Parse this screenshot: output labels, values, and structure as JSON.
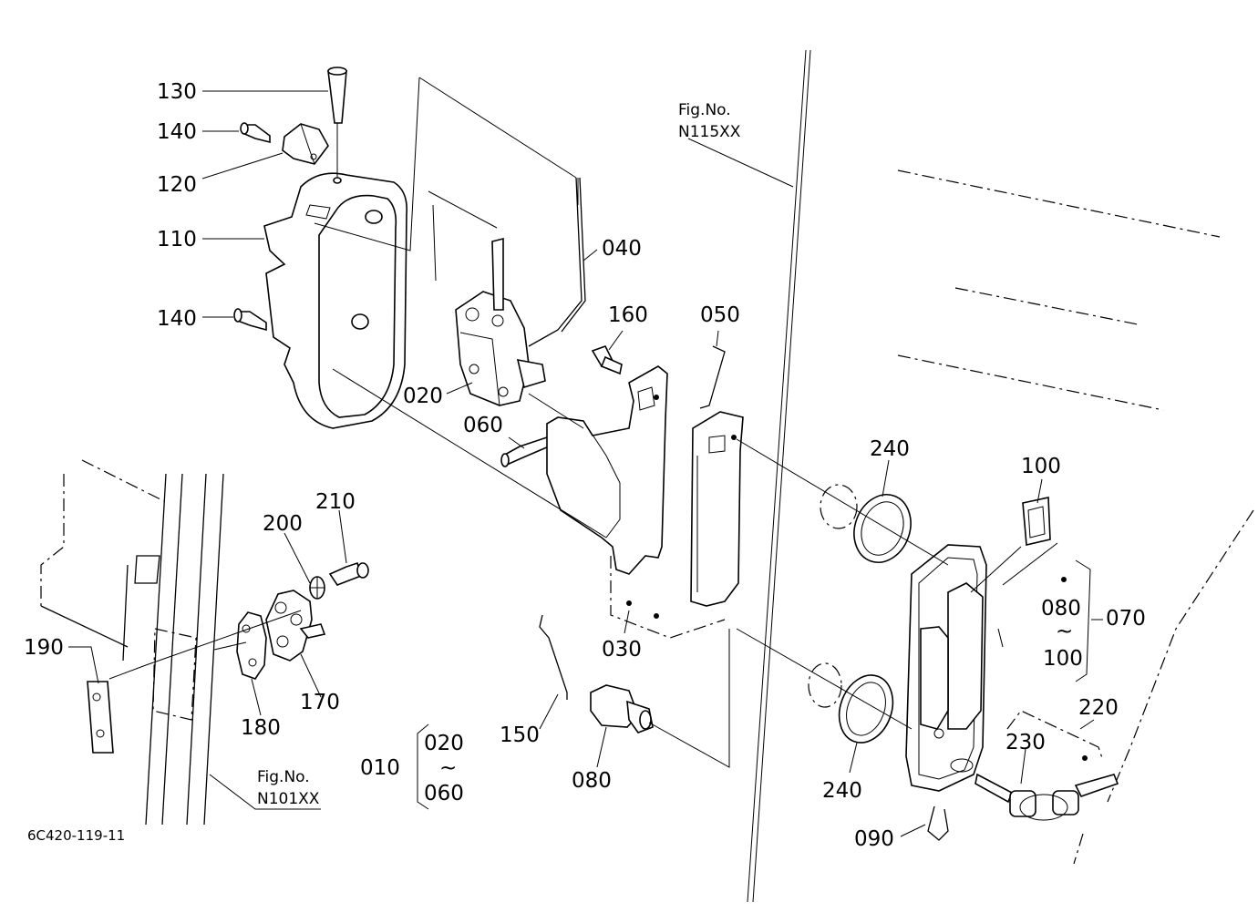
{
  "callouts": {
    "p130": "130",
    "p140a": "140",
    "p120": "120",
    "p110": "110",
    "p140b": "140",
    "p040": "040",
    "p020": "020",
    "p160": "160",
    "p050": "050",
    "p060": "060",
    "p030": "030",
    "p240a": "240",
    "p100": "100",
    "p080r": "080",
    "p100r": "100",
    "p070": "070",
    "p220": "220",
    "p230": "230",
    "p240b": "240",
    "p090": "090",
    "p150": "150",
    "p080": "080",
    "p010": "010",
    "p020r": "020",
    "p060r": "060",
    "p210": "210",
    "p200": "200",
    "p190": "190",
    "p180": "180",
    "p170": "170"
  },
  "range_symbol": "~",
  "fig_refs": {
    "top_label": "Fig.No.",
    "top_number": "N115XX",
    "bottom_label": "Fig.No.",
    "bottom_number": "N101XX"
  },
  "drawing_code": "6C420-119-11"
}
